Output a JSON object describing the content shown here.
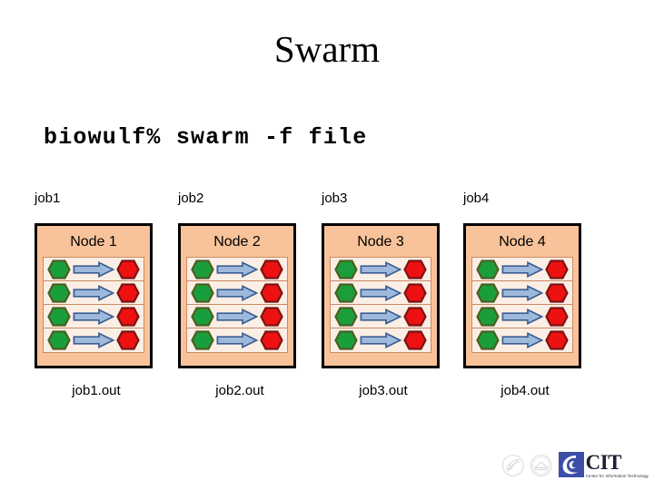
{
  "slide": {
    "title": "Swarm",
    "command": "biowulf% swarm -f file",
    "background_color": "#FFFFFF"
  },
  "colors": {
    "node_box_fill": "#F8C39A",
    "node_box_border": "#000000",
    "inner_table_fill": "#FBEEE4",
    "inner_table_border": "#C98B66",
    "green_hex_fill": "#1A9E3B",
    "green_hex_border": "#4C5E22",
    "red_hex_fill": "#EE1111",
    "red_hex_border": "#7A1414",
    "arrow_fill": "#9FB9DC",
    "arrow_border": "#3A5F95",
    "cit_blue": "#3B4FA8"
  },
  "columns": [
    {
      "job_label": "job1",
      "node_title": "Node 1",
      "out_label": "job1.out",
      "rows": [
        {
          "input_icon": "green-hexagon",
          "flow_icon": "right-arrow-icon",
          "output_icon": "red-hexagon"
        },
        {
          "input_icon": "green-hexagon",
          "flow_icon": "right-arrow-icon",
          "output_icon": "red-hexagon"
        },
        {
          "input_icon": "green-hexagon",
          "flow_icon": "right-arrow-icon",
          "output_icon": "red-hexagon"
        },
        {
          "input_icon": "green-hexagon",
          "flow_icon": "right-arrow-icon",
          "output_icon": "red-hexagon"
        }
      ]
    },
    {
      "job_label": "job2",
      "node_title": "Node 2",
      "out_label": "job2.out",
      "rows": [
        {
          "input_icon": "green-hexagon",
          "flow_icon": "right-arrow-icon",
          "output_icon": "red-hexagon"
        },
        {
          "input_icon": "green-hexagon",
          "flow_icon": "right-arrow-icon",
          "output_icon": "red-hexagon"
        },
        {
          "input_icon": "green-hexagon",
          "flow_icon": "right-arrow-icon",
          "output_icon": "red-hexagon"
        },
        {
          "input_icon": "green-hexagon",
          "flow_icon": "right-arrow-icon",
          "output_icon": "red-hexagon"
        }
      ]
    },
    {
      "job_label": "job3",
      "node_title": "Node 3",
      "out_label": "job3.out",
      "rows": [
        {
          "input_icon": "green-hexagon",
          "flow_icon": "right-arrow-icon",
          "output_icon": "red-hexagon"
        },
        {
          "input_icon": "green-hexagon",
          "flow_icon": "right-arrow-icon",
          "output_icon": "red-hexagon"
        },
        {
          "input_icon": "green-hexagon",
          "flow_icon": "right-arrow-icon",
          "output_icon": "red-hexagon"
        },
        {
          "input_icon": "green-hexagon",
          "flow_icon": "right-arrow-icon",
          "output_icon": "red-hexagon"
        }
      ]
    },
    {
      "job_label": "job4",
      "node_title": "Node 4",
      "out_label": "job4.out",
      "rows": [
        {
          "input_icon": "green-hexagon",
          "flow_icon": "right-arrow-icon",
          "output_icon": "red-hexagon"
        },
        {
          "input_icon": "green-hexagon",
          "flow_icon": "right-arrow-icon",
          "output_icon": "red-hexagon"
        },
        {
          "input_icon": "green-hexagon",
          "flow_icon": "right-arrow-icon",
          "output_icon": "red-hexagon"
        },
        {
          "input_icon": "green-hexagon",
          "flow_icon": "right-arrow-icon",
          "output_icon": "red-hexagon"
        }
      ]
    }
  ],
  "footer": {
    "logos": [
      {
        "name": "hhs-logo",
        "label": ""
      },
      {
        "name": "nih-logo",
        "label": ""
      }
    ],
    "cit": {
      "letters": "CIT",
      "subtitle": "Center for Information Technology"
    }
  }
}
